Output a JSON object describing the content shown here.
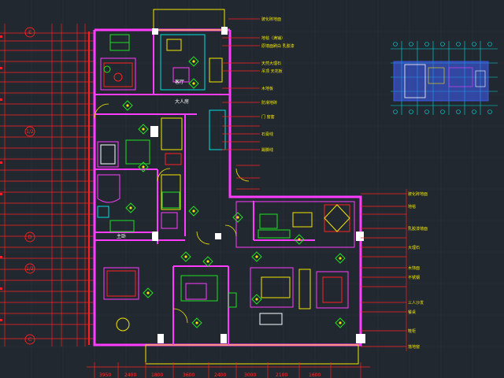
{
  "drawing": {
    "background": "#212830",
    "colors": {
      "wall": "#ff3cff",
      "dim": "#ff2020",
      "yellow": "#f5e600",
      "cyan": "#00e0e0",
      "green": "#20e020",
      "white": "#ffffff",
      "grid": "#2b333c",
      "blue": "#4060ff"
    },
    "axis_bubbles": [
      "E",
      "1/2",
      "D",
      "1/2",
      "C"
    ],
    "rooms": [
      {
        "name": "大人房",
        "label": "大人房"
      },
      {
        "name": "客厅",
        "label": "客厅"
      },
      {
        "name": "主卧",
        "label": "主卧"
      }
    ],
    "note_labels_right": [
      "玻化砖地面",
      "地毯（满铺）",
      "原墙面刷白 乳胶漆",
      "天然大理石",
      "吊顶 天花板",
      "木地板",
      "防滑地砖",
      "门 窗套",
      "石膏线",
      "踢脚线"
    ],
    "note_labels_lower": [
      "玻化砖地面",
      "地毯",
      "乳胶漆墙面",
      "大理石",
      "木饰面",
      "不锈钢",
      "三人沙发",
      "餐桌",
      "鞋柜",
      "落地窗"
    ],
    "bottom_dims": [
      "3950",
      "2400",
      "1800",
      "3600",
      "2400",
      "3000",
      "2100",
      "1600"
    ]
  }
}
